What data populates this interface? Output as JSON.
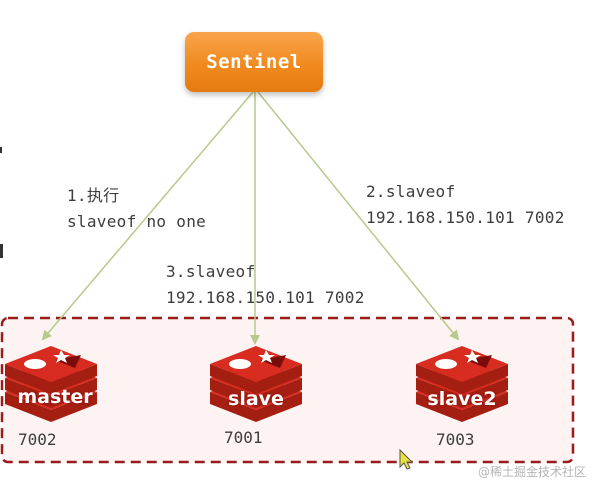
{
  "sentinel": {
    "label": "Sentinel"
  },
  "steps": {
    "step1": {
      "line1": "1.执行",
      "line2": "slaveof no one"
    },
    "step2": {
      "line1": "2.slaveof",
      "line2": "192.168.150.101 7002"
    },
    "step3": {
      "line1": "3.slaveof",
      "line2": "192.168.150.101 7002"
    }
  },
  "nodes": [
    {
      "label": "master",
      "port": "7002"
    },
    {
      "label": "slave",
      "port": "7001"
    },
    {
      "label": "slave2",
      "port": "7003"
    }
  ],
  "watermark": "@稀土掘金技术社区",
  "colors": {
    "sentinel_orange": "#f08a1f",
    "arrow_green": "#b7c98b",
    "cluster_border": "#9b1b1b",
    "redis_red": "#d82c20"
  }
}
